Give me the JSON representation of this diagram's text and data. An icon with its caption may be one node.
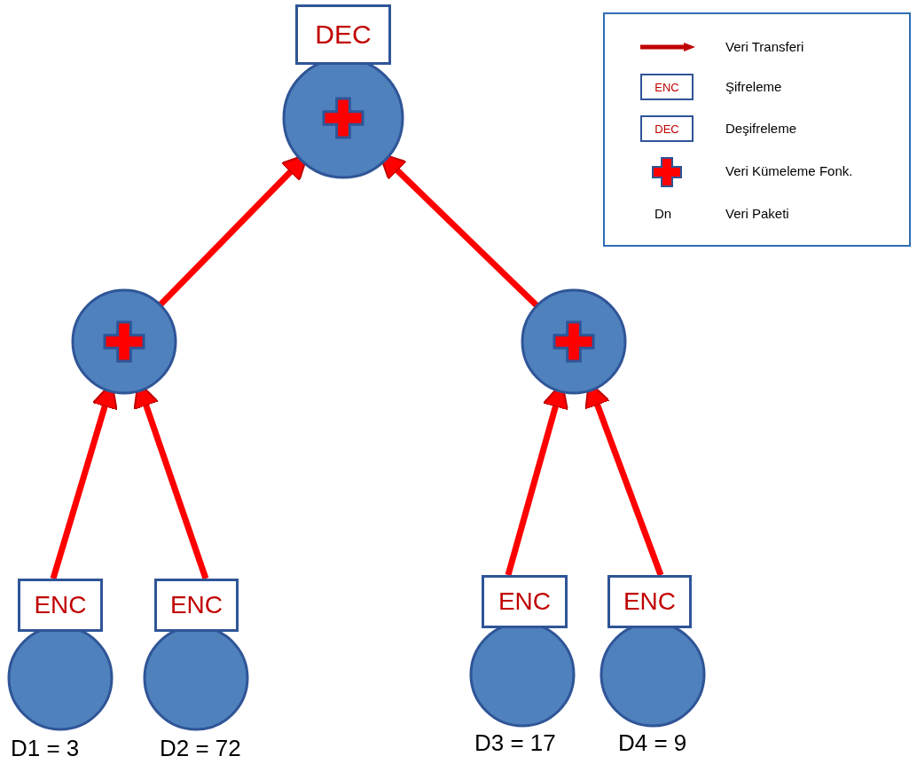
{
  "diagram": {
    "nodes": [
      {
        "text": [
          "DEC"
        ]
      },
      {
        "text": [],
        "shape": "circle"
      },
      {
        "text": [],
        "shape": "circle"
      },
      {
        "text": [
          "ENC"
        ],
        "beside": [
          "D1 = 3"
        ]
      },
      {
        "text": [
          "ENC"
        ],
        "beside": [
          "D2 = 72"
        ]
      },
      {
        "text": [
          "ENC"
        ],
        "beside": [
          "D3 = 17"
        ]
      },
      {
        "text": [
          "ENC"
        ],
        "beside": [
          "D4 = 9"
        ]
      }
    ],
    "edges": [
      {
        "from": 1,
        "to": 0,
        "arrow": "to"
      },
      {
        "from": 2,
        "to": 0,
        "arrow": "to"
      },
      {
        "from": 3,
        "to": 1,
        "arrow": "to"
      },
      {
        "from": 4,
        "to": 1,
        "arrow": "to"
      },
      {
        "from": 5,
        "to": 2,
        "arrow": "to"
      },
      {
        "from": 6,
        "to": 2,
        "arrow": "to"
      }
    ],
    "labels": [
      "ENC",
      "DEC",
      "Dn"
    ],
    "legend": [
      {
        "text": "Veri Transferi"
      },
      {
        "text": "Şifreleme"
      },
      {
        "text": "Deşifreleme"
      },
      {
        "text": "Veri Kümeleme Fonk."
      },
      {
        "text": "Veri Paketi"
      }
    ]
  }
}
